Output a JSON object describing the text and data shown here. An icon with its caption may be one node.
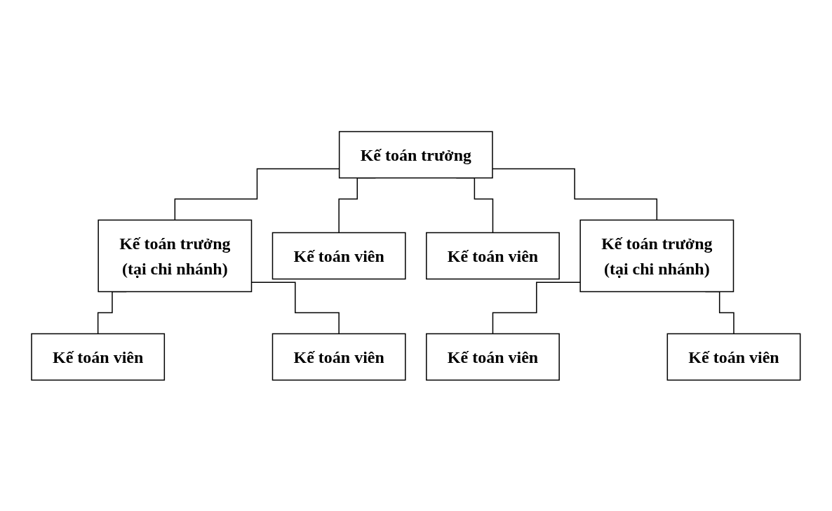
{
  "diagram": {
    "nodes": [
      {
        "text": [
          "Kế toán trưởng"
        ]
      },
      {
        "text": [
          "Kế toán trưởng",
          "(tại chi nhánh)"
        ]
      },
      {
        "text": [
          "Kế toán trưởng",
          "(tại chi nhánh)"
        ]
      },
      {
        "text": [
          "Kế toán viên"
        ]
      },
      {
        "text": [
          "Kế toán viên"
        ]
      },
      {
        "text": [
          "Kế toán viên"
        ]
      },
      {
        "text": [
          "Kế toán viên"
        ]
      },
      {
        "text": [
          "Kế toán viên"
        ]
      },
      {
        "text": [
          "Kế toán viên"
        ]
      }
    ],
    "edges": [
      {
        "from": 0,
        "to": 1,
        "arrow": "none"
      },
      {
        "from": 0,
        "to": 2,
        "arrow": "none"
      },
      {
        "from": 0,
        "to": 5,
        "arrow": "none"
      },
      {
        "from": 0,
        "to": 6,
        "arrow": "none"
      },
      {
        "from": 1,
        "to": 3,
        "arrow": "none"
      },
      {
        "from": 1,
        "to": 4,
        "arrow": "none"
      },
      {
        "from": 2,
        "to": 7,
        "arrow": "none"
      },
      {
        "from": 2,
        "to": 8,
        "arrow": "none"
      }
    ]
  }
}
